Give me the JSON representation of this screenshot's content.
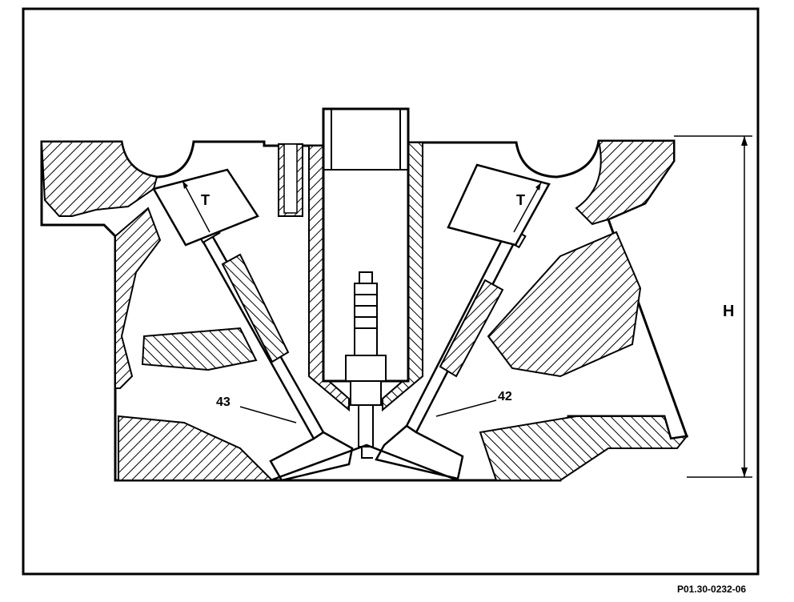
{
  "figure": {
    "labels": {
      "t_left": "T",
      "t_right": "T",
      "h": "H",
      "intake_valve": "43",
      "exhaust_valve": "42"
    },
    "reference_code": "P01.30-0232-06"
  },
  "colors": {
    "ink": "#000000",
    "paper": "#ffffff"
  }
}
